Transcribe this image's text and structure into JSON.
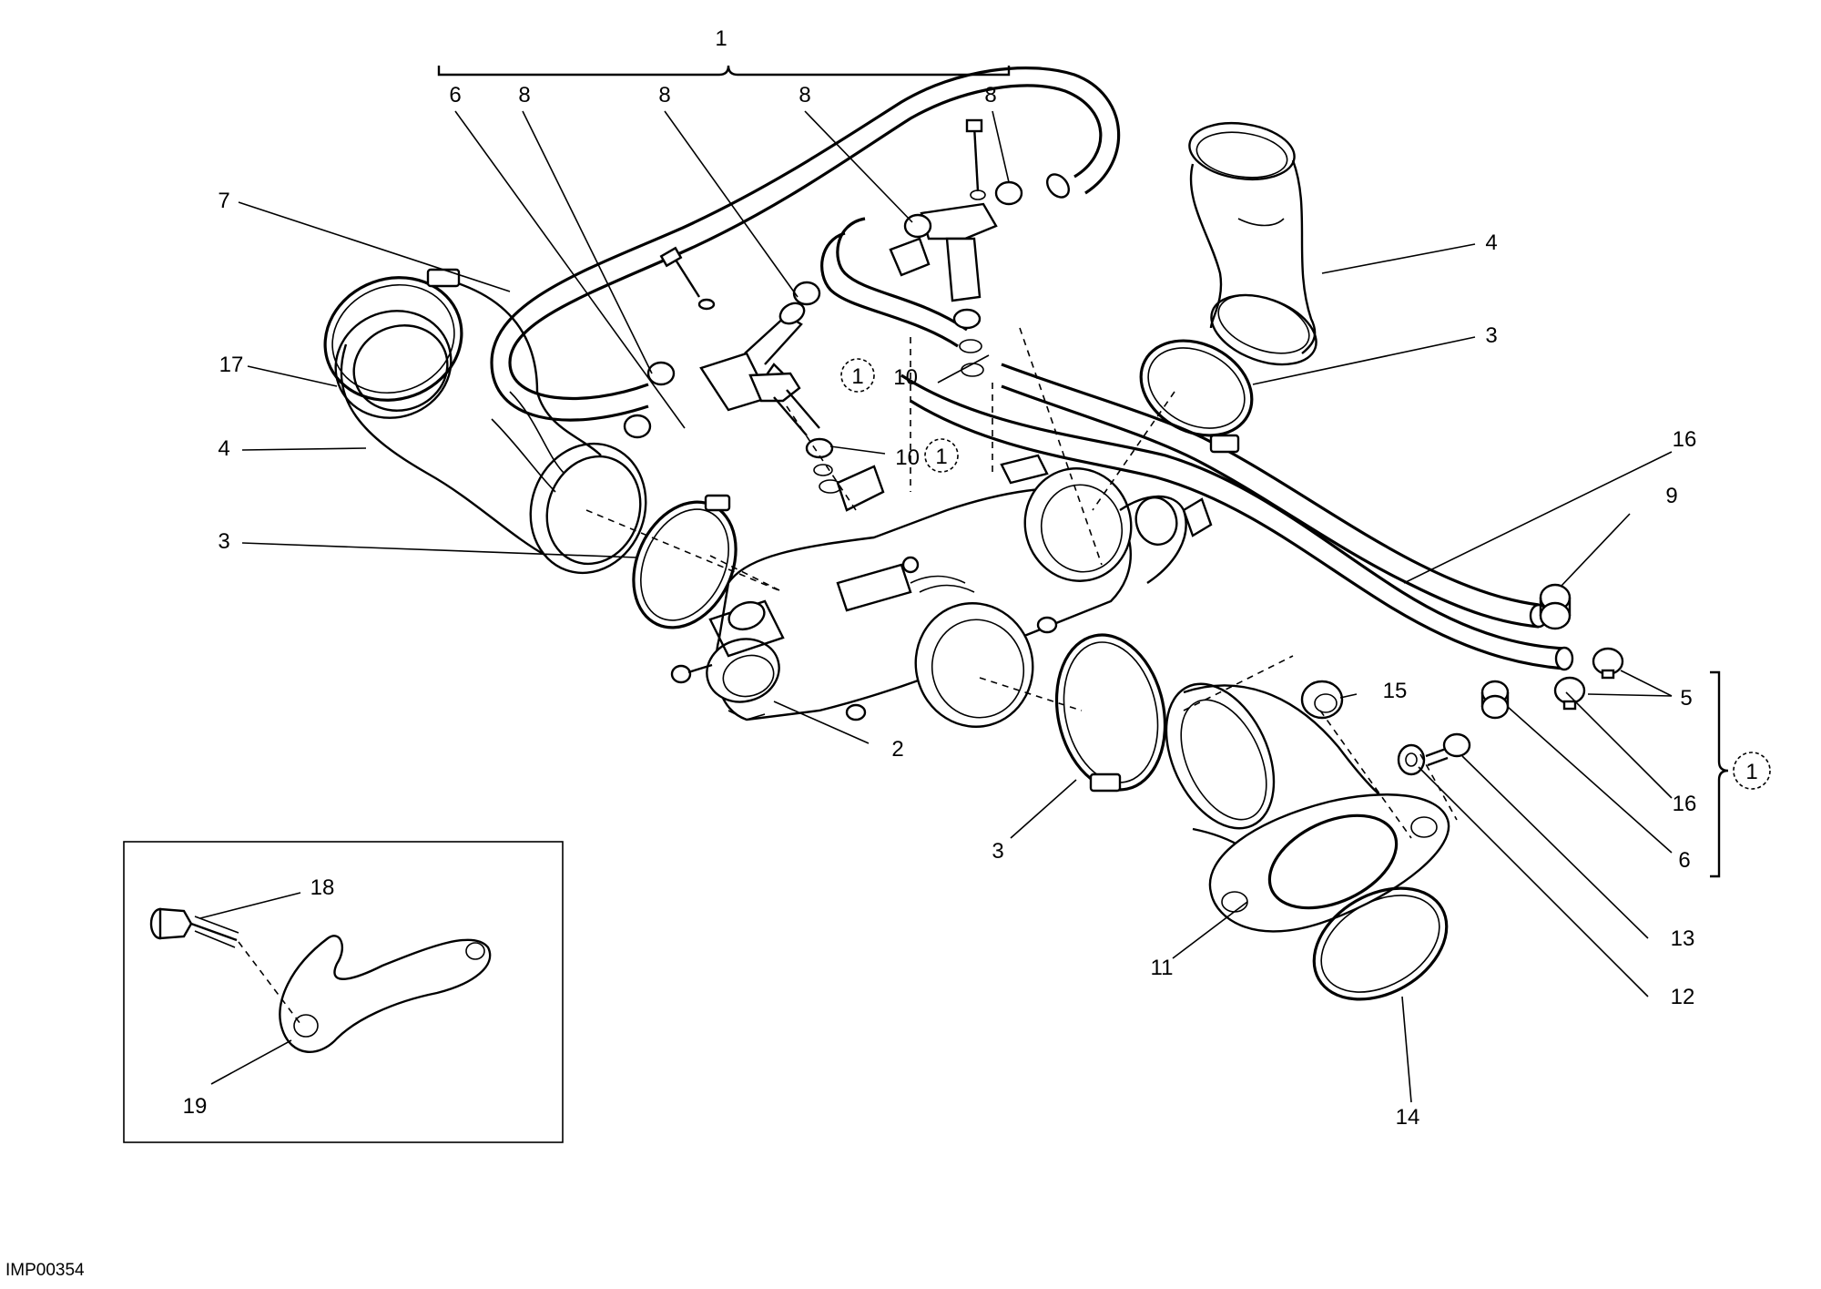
{
  "drawing_code": "IMP00354",
  "ref_badge": "1",
  "callouts": {
    "c1_top": "1",
    "c6_top": "6",
    "c8_a": "8",
    "c8_b": "8",
    "c8_c": "8",
    "c8_d": "8",
    "c7": "7",
    "c17": "17",
    "c4_left": "4",
    "c3_left": "3",
    "c10_a": "10",
    "c10_b": "10",
    "c4_right": "4",
    "c3_right": "3",
    "c16_top": "16",
    "c9": "9",
    "c5": "5",
    "c15": "15",
    "c16_bottom": "16",
    "c6_right": "6",
    "c2": "2",
    "c3_bottom": "3",
    "c13": "13",
    "c12": "12",
    "c11": "11",
    "c14": "14",
    "c18": "18",
    "c19": "19"
  }
}
